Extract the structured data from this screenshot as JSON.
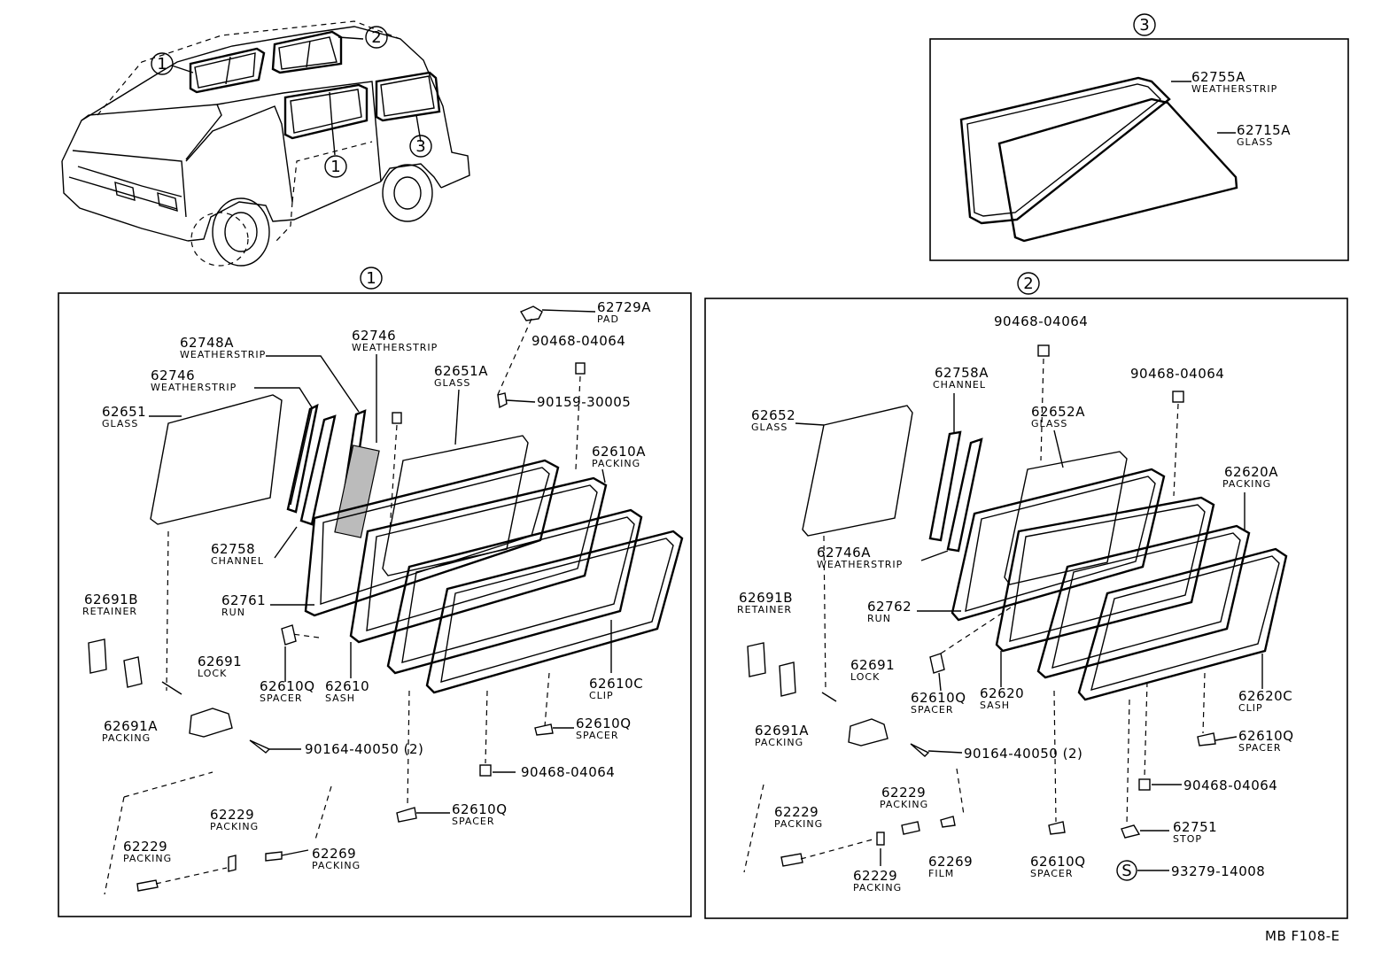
{
  "diagram": {
    "callouts": {
      "van_1a": "1",
      "van_2": "2",
      "van_1b": "1",
      "van_3": "3",
      "box_1": "1",
      "box_2": "2",
      "box_3": "3",
      "s_mark": "S"
    },
    "box3": {
      "p62755A": {
        "num": "62755A",
        "name": "WEATHERSTRIP"
      },
      "p62715A": {
        "num": "62715A",
        "name": "GLASS"
      }
    },
    "box1": {
      "p62729A": {
        "num": "62729A",
        "name": "PAD"
      },
      "p90468_top": {
        "num": "90468-04064"
      },
      "p90159": {
        "num": "90159-30005"
      },
      "p62748A": {
        "num": "62748A",
        "name": "WEATHERSTRIP"
      },
      "p62746_a": {
        "num": "62746",
        "name": "WEATHERSTRIP"
      },
      "p62746_b": {
        "num": "62746",
        "name": "WEATHERSTRIP"
      },
      "p62651A": {
        "num": "62651A",
        "name": "GLASS"
      },
      "p62651": {
        "num": "62651",
        "name": "GLASS"
      },
      "p62610A": {
        "num": "62610A",
        "name": "PACKING"
      },
      "p62758": {
        "num": "62758",
        "name": "CHANNEL"
      },
      "p62761": {
        "num": "62761",
        "name": "RUN"
      },
      "p62691B": {
        "num": "62691B",
        "name": "RETAINER"
      },
      "p62691": {
        "num": "62691",
        "name": "LOCK"
      },
      "p62610Q_a": {
        "num": "62610Q",
        "name": "SPACER"
      },
      "p62610": {
        "num": "62610",
        "name": "SASH"
      },
      "p62610C": {
        "num": "62610C",
        "name": "CLIP"
      },
      "p62691A": {
        "num": "62691A",
        "name": "PACKING"
      },
      "p62610Q_b": {
        "num": "62610Q",
        "name": "SPACER"
      },
      "p90164": {
        "num": "90164-40050 (2)"
      },
      "p90468_bot": {
        "num": "90468-04064"
      },
      "p62610Q_c": {
        "num": "62610Q",
        "name": "SPACER"
      },
      "p62229_a": {
        "num": "62229",
        "name": "PACKING"
      },
      "p62229_b": {
        "num": "62229",
        "name": "PACKING"
      },
      "p62269": {
        "num": "62269",
        "name": "PACKING"
      }
    },
    "box2": {
      "p90468_top": {
        "num": "90468-04064"
      },
      "p90468_right": {
        "num": "90468-04064"
      },
      "p62758A": {
        "num": "62758A",
        "name": "CHANNEL"
      },
      "p62652": {
        "num": "62652",
        "name": "GLASS"
      },
      "p62652A": {
        "num": "62652A",
        "name": "GLASS"
      },
      "p62620A": {
        "num": "62620A",
        "name": "PACKING"
      },
      "p62746A": {
        "num": "62746A",
        "name": "WEATHERSTRIP"
      },
      "p62691B": {
        "num": "62691B",
        "name": "RETAINER"
      },
      "p62762": {
        "num": "62762",
        "name": "RUN"
      },
      "p62691": {
        "num": "62691",
        "name": "LOCK"
      },
      "p62610Q_a": {
        "num": "62610Q",
        "name": "SPACER"
      },
      "p62620": {
        "num": "62620",
        "name": "SASH"
      },
      "p62620C": {
        "num": "62620C",
        "name": "CLIP"
      },
      "p62691A": {
        "num": "62691A",
        "name": "PACKING"
      },
      "p62610Q_b": {
        "num": "62610Q",
        "name": "SPACER"
      },
      "p90164": {
        "num": "90164-40050 (2)"
      },
      "p90468_bot": {
        "num": "90468-04064"
      },
      "p62229_a": {
        "num": "62229",
        "name": "PACKING"
      },
      "p62229_b": {
        "num": "62229",
        "name": "PACKING"
      },
      "p62229_c": {
        "num": "62229",
        "name": "PACKING"
      },
      "p62751": {
        "num": "62751",
        "name": "STOP"
      },
      "p62269": {
        "num": "62269",
        "name": "FILM"
      },
      "p62610Q_c": {
        "num": "62610Q",
        "name": "SPACER"
      },
      "p93279": {
        "num": "93279-14008"
      }
    },
    "footer_code": "MB F108-E"
  }
}
